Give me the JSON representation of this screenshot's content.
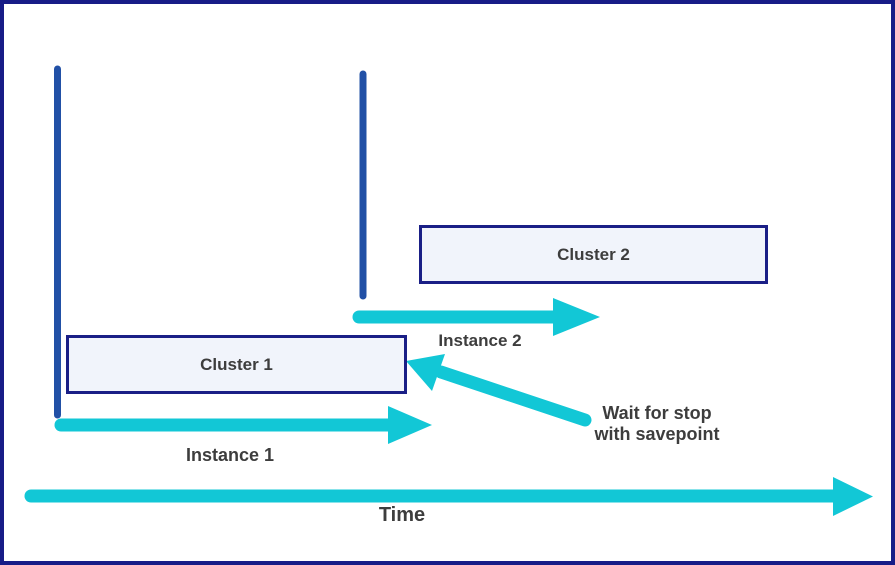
{
  "colors": {
    "frame_border": "#171c87",
    "timeline_blue": "#2150a6",
    "arrow_cyan": "#12c7d6",
    "box_fill": "#f1f4fb",
    "box_border": "#1a1f86",
    "label_text": "#3d3d3d"
  },
  "clusters": {
    "cluster1": {
      "label": "Cluster 1"
    },
    "cluster2": {
      "label": "Cluster 2"
    }
  },
  "arrows": {
    "instance1": {
      "label": "Instance 1"
    },
    "instance2": {
      "label": "Instance 2"
    },
    "savepoint": {
      "label_line1": "Wait for stop",
      "label_line2": "with savepoint"
    },
    "time": {
      "label": "Time"
    }
  }
}
